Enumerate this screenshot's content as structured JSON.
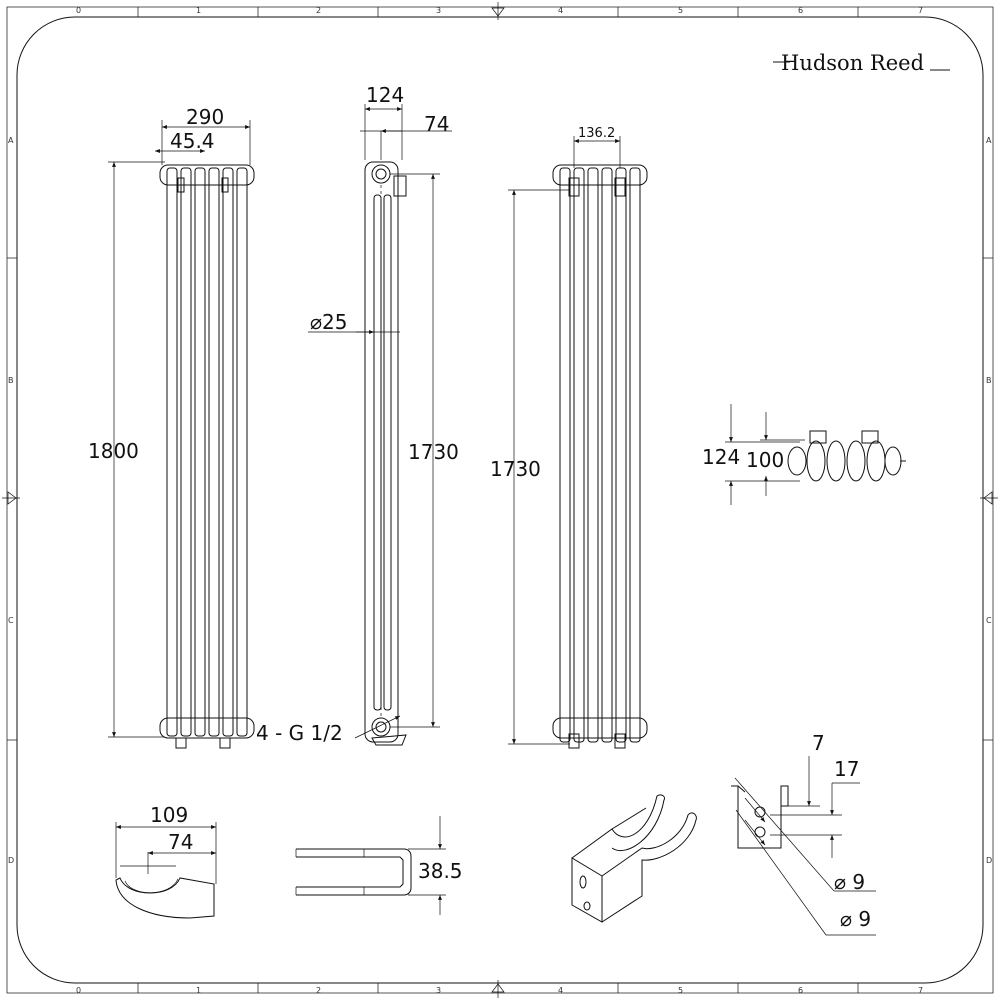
{
  "brand": {
    "name": "Hudson Reed"
  },
  "grid_refs": {
    "columns": [
      "0",
      "1",
      "2",
      "3",
      "4",
      "5",
      "6",
      "7"
    ],
    "rows": [
      "A",
      "B",
      "C",
      "D"
    ]
  },
  "front_view": {
    "width": "290",
    "pitch": "45.4",
    "height": "1800"
  },
  "side_view": {
    "depth": "124",
    "offset": "74",
    "pipe_diameter": "⌀25",
    "connections": "4  -  G 1/2",
    "centres": "1730"
  },
  "back_view": {
    "bracket_spacing": "136.2",
    "centres": "1730"
  },
  "top_view": {
    "depth": "124",
    "column_depth": "100"
  },
  "bracket_front": {
    "width": "109",
    "offset": "74"
  },
  "bracket_side": {
    "height": "38.5"
  },
  "bracket_detail": {
    "dim_a": "7",
    "dim_b": "17",
    "hole_1": "⌀ 9",
    "hole_2": "⌀ 9"
  }
}
